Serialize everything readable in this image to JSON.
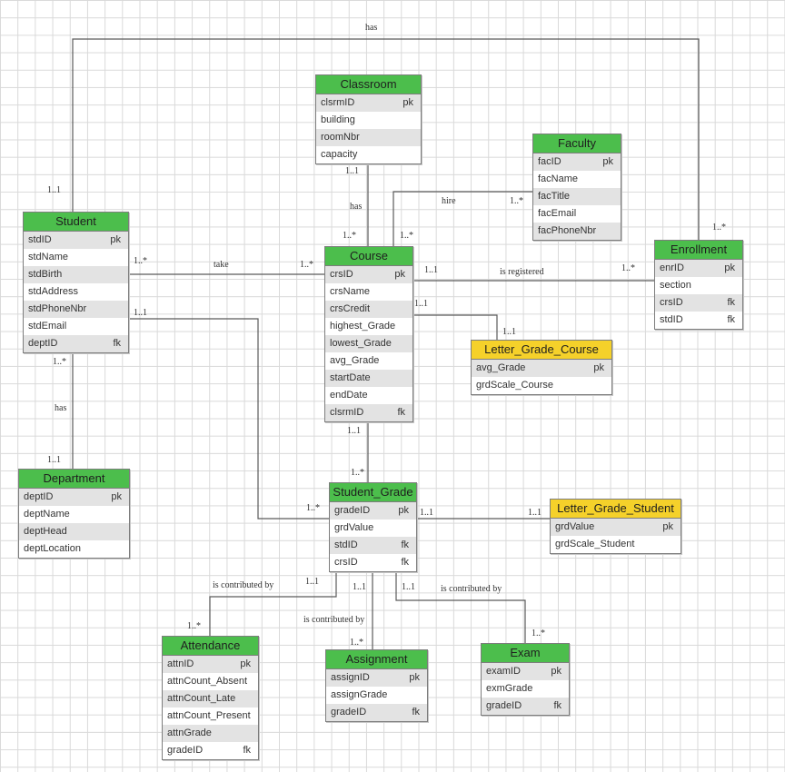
{
  "entities": {
    "classroom": {
      "title": "Classroom",
      "color": "#4cbe4c",
      "attrs": [
        {
          "name": "clsrmID",
          "key": "pk"
        },
        {
          "name": "building",
          "key": ""
        },
        {
          "name": "roomNbr",
          "key": ""
        },
        {
          "name": "capacity",
          "key": ""
        }
      ]
    },
    "faculty": {
      "title": "Faculty",
      "color": "#4cbe4c",
      "attrs": [
        {
          "name": "facID",
          "key": "pk"
        },
        {
          "name": "facName",
          "key": ""
        },
        {
          "name": "facTitle",
          "key": ""
        },
        {
          "name": "facEmail",
          "key": ""
        },
        {
          "name": "facPhoneNbr",
          "key": ""
        }
      ]
    },
    "student": {
      "title": "Student",
      "color": "#4cbe4c",
      "attrs": [
        {
          "name": "stdID",
          "key": "pk"
        },
        {
          "name": "stdName",
          "key": ""
        },
        {
          "name": "stdBirth",
          "key": ""
        },
        {
          "name": "stdAddress",
          "key": ""
        },
        {
          "name": "stdPhoneNbr",
          "key": ""
        },
        {
          "name": "stdEmail",
          "key": ""
        },
        {
          "name": "deptID",
          "key": "fk"
        }
      ]
    },
    "course": {
      "title": "Course",
      "color": "#4cbe4c",
      "attrs": [
        {
          "name": "crsID",
          "key": "pk"
        },
        {
          "name": "crsName",
          "key": ""
        },
        {
          "name": "crsCredit",
          "key": ""
        },
        {
          "name": "highest_Grade",
          "key": ""
        },
        {
          "name": "lowest_Grade",
          "key": ""
        },
        {
          "name": "avg_Grade",
          "key": ""
        },
        {
          "name": "startDate",
          "key": ""
        },
        {
          "name": "endDate",
          "key": ""
        },
        {
          "name": "clsrmID",
          "key": "fk"
        }
      ]
    },
    "enrollment": {
      "title": "Enrollment",
      "color": "#4cbe4c",
      "attrs": [
        {
          "name": "enrID",
          "key": "pk"
        },
        {
          "name": "section",
          "key": ""
        },
        {
          "name": "crsID",
          "key": "fk"
        },
        {
          "name": "stdID",
          "key": "fk"
        }
      ]
    },
    "letter_grade_course": {
      "title": "Letter_Grade_Course",
      "color": "#f5d12a",
      "attrs": [
        {
          "name": "avg_Grade",
          "key": "pk"
        },
        {
          "name": "grdScale_Course",
          "key": ""
        }
      ]
    },
    "department": {
      "title": "Department",
      "color": "#4cbe4c",
      "attrs": [
        {
          "name": "deptID",
          "key": "pk"
        },
        {
          "name": "deptName",
          "key": ""
        },
        {
          "name": "deptHead",
          "key": ""
        },
        {
          "name": "deptLocation",
          "key": ""
        }
      ]
    },
    "student_grade": {
      "title": "Student_Grade",
      "color": "#4cbe4c",
      "attrs": [
        {
          "name": "gradeID",
          "key": "pk"
        },
        {
          "name": "grdValue",
          "key": ""
        },
        {
          "name": "stdID",
          "key": "fk"
        },
        {
          "name": "crsID",
          "key": "fk"
        }
      ]
    },
    "letter_grade_student": {
      "title": "Letter_Grade_Student",
      "color": "#f5d12a",
      "attrs": [
        {
          "name": "grdValue",
          "key": "pk"
        },
        {
          "name": "grdScale_Student",
          "key": ""
        }
      ]
    },
    "attendance": {
      "title": "Attendance",
      "color": "#4cbe4c",
      "attrs": [
        {
          "name": "attnID",
          "key": "pk"
        },
        {
          "name": "attnCount_Absent",
          "key": ""
        },
        {
          "name": "attnCount_Late",
          "key": ""
        },
        {
          "name": "attnCount_Present",
          "key": ""
        },
        {
          "name": "attnGrade",
          "key": ""
        },
        {
          "name": "gradeID",
          "key": "fk"
        }
      ]
    },
    "assignment": {
      "title": "Assignment",
      "color": "#4cbe4c",
      "attrs": [
        {
          "name": "assignID",
          "key": "pk"
        },
        {
          "name": "assignGrade",
          "key": ""
        },
        {
          "name": "gradeID",
          "key": "fk"
        }
      ]
    },
    "exam": {
      "title": "Exam",
      "color": "#4cbe4c",
      "attrs": [
        {
          "name": "examID",
          "key": "pk"
        },
        {
          "name": "exmGrade",
          "key": ""
        },
        {
          "name": "gradeID",
          "key": "fk"
        }
      ]
    }
  },
  "relationships": {
    "has_top": "has",
    "has_classroom": "has",
    "hire": "hire",
    "take": "take",
    "is_registered": "is registered",
    "has_dept": "has",
    "contrib_attendance": "is contributed by",
    "contrib_assignment": "is contributed by",
    "contrib_exam": "is contributed by"
  },
  "cardinalities": {
    "student_top": "1..1",
    "enrollment_top": "1..*",
    "classroom_bottom": "1..1",
    "course_top_classroom": "1..*",
    "faculty_left": "1..*",
    "course_top_faculty": "1..*",
    "student_take": "1..*",
    "course_take": "1..*",
    "course_reg": "1..1",
    "enrollment_reg": "1..*",
    "course_lgc": "1..1",
    "lgc_top": "1..1",
    "student_sg": "1..1",
    "student_bottom": "1..*",
    "department_top": "1..1",
    "course_bottom": "1..1",
    "sg_top": "1..*",
    "sg_left": "1..*",
    "sg_right": "1..1",
    "lgs_left": "1..1",
    "sg_attn": "1..1",
    "attendance_top": "1..*",
    "sg_assign": "1..1",
    "assignment_top": "1..*",
    "sg_exam": "1..1",
    "exam_top": "1..*"
  }
}
